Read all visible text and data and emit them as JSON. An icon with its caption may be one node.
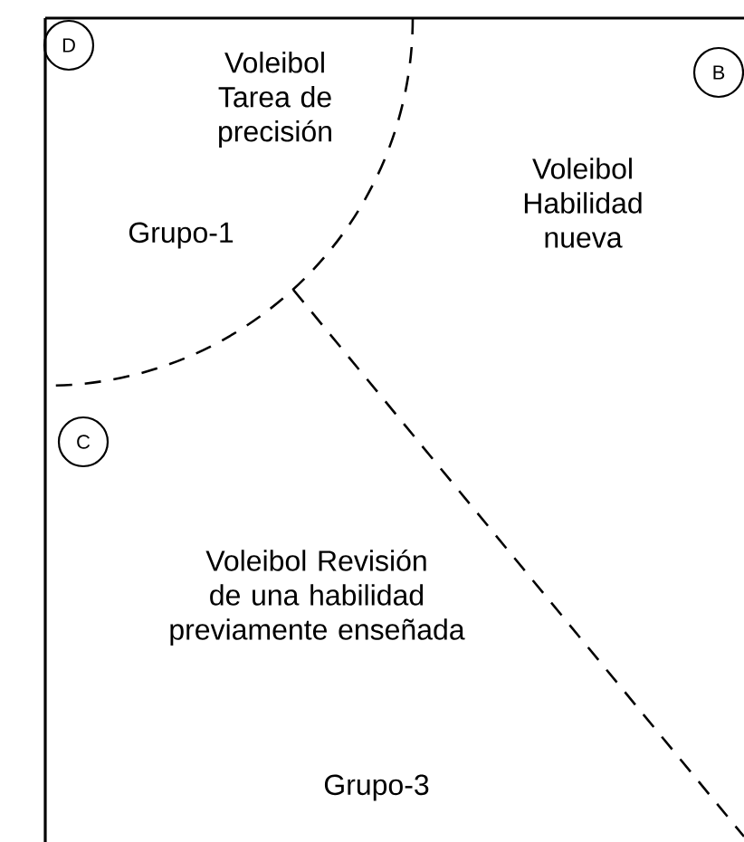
{
  "diagram": {
    "nodes": [
      {
        "text": [
          "D"
        ]
      },
      {
        "text": [
          "B"
        ]
      },
      {
        "text": [
          "C"
        ]
      }
    ],
    "labels": [
      "Voleibol Tarea de precisión",
      "Voleibol Habilidad nueva",
      "Grupo-1",
      "Voleibol Revisión de una habilidad previamente enseñada",
      "Grupo-3"
    ]
  }
}
